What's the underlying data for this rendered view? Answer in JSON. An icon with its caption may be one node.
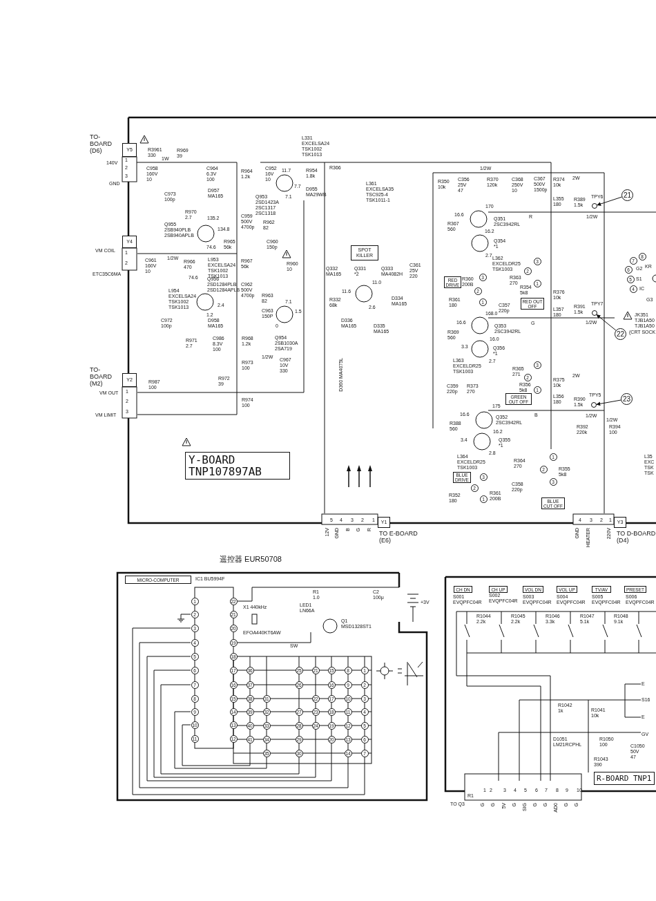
{
  "diagram": {
    "nodes": [
      {
        "text": [
          "Y5"
        ],
        "beside": [
          "TO-BOARD (D6)"
        ]
      },
      {
        "text": [
          "Y4"
        ]
      },
      {
        "text": [
          "Y2"
        ],
        "beside": [
          "TO-BOARD (M2)"
        ]
      },
      {
        "text": [
          "SPOT KILLER"
        ]
      },
      {
        "text": [
          "21"
        ]
      },
      {
        "text": [],
        "shape": "circle"
      },
      {
        "text": [
          "RED DRIVE"
        ]
      },
      {
        "text": [
          "RED OUT OFF"
        ]
      },
      {
        "text": [
          "22"
        ]
      },
      {
        "text": [],
        "shape": "circle"
      },
      {
        "text": [
          "GREEN OUT OFF"
        ]
      },
      {
        "text": [
          "23"
        ]
      },
      {
        "text": [],
        "shape": "circle"
      },
      {
        "text": [
          "Y-BOARD TNP107897AB"
        ]
      },
      {
        "text": [
          "BLUE DRIVE"
        ]
      },
      {
        "text": [
          "BLUE CUT OFF"
        ]
      },
      {
        "text": [
          "Y1"
        ],
        "beside": [
          "TO E-BOARD (E6)"
        ]
      },
      {
        "text": [
          "Y3"
        ],
        "beside": [
          "TO D-BOARD (D4)"
        ]
      },
      {
        "text": [
          "MICRO-COMPUTER"
        ]
      },
      {
        "text": [
          "CH DN"
        ]
      },
      {
        "text": [
          "CH UP"
        ]
      },
      {
        "text": [
          "VOL DN"
        ]
      },
      {
        "text": [
          "VOL UP"
        ]
      },
      {
        "text": [
          "TV/AV"
        ]
      },
      {
        "text": [
          "PRESET"
        ]
      },
      {
        "text": [
          "R-BOARD TNP1"
        ]
      }
    ],
    "edges": [
      {
        "from": 4,
        "to": 5,
        "arrow": "to"
      },
      {
        "from": 8,
        "to": 9,
        "arrow": "to"
      },
      {
        "from": 11,
        "to": 12,
        "arrow": "to"
      }
    ],
    "labels": [
      "1",
      "2",
      "3",
      "140V",
      "GND",
      "R3961 330",
      "1W",
      "R969 39",
      "C958 160V 10",
      "C964 6.3V 100",
      "C973 100p",
      "D957 MA165",
      "R964 1.2k",
      "R970 2.7",
      "135.2",
      "Q955 2SB940PLB 2SB940APLB",
      "134.8",
      "74.6",
      "R965 56k",
      "C959 500V 4700p",
      "R962 82",
      "C960 150p",
      "L331 EXCELSA24 TSK1002 TSK1013",
      "C952 16V 10",
      "11.7",
      "R954 1.8k",
      "7.7",
      "D955 MA29WB",
      "Q953 2SD1423A 2SC1317 2SC1318",
      "7.1",
      "R366",
      "VM COIL",
      "1",
      "2",
      "ETC35C6MA",
      "C961 160V 10",
      "1/2W",
      "R966 470",
      "L953 EXCELSA24 TSK1002 TSK1013",
      "R967 56k",
      "R960 10",
      "74.6",
      "Q956 2SD1284PLB 2SD1284APLB",
      "L954 EXCELSA24 TSK1002 TSK1013",
      "C962 500V 4700p",
      "R963 82",
      "2.4",
      "7.1",
      "1.5",
      "C963 150P",
      "0",
      "1.2",
      "C972 100p",
      "D958 MA165",
      "Q954 2SB1030A 2SA719",
      "R971 2.7",
      "C986 8.3V 100",
      "R968 1.2k",
      "1/2W",
      "C967 10V 330",
      "R973 100",
      "R987 100",
      "R972 39",
      "VM OUT",
      "1",
      "2",
      "3",
      "VM LIMIT",
      "R974 100",
      "L361 EXCELSA35 TSC925-4 TSK1011-1",
      "R350 10k",
      "C356 25V 47",
      "1/2W",
      "R370 120k",
      "C368 250V 10",
      "C367 500V 1500p",
      "R374 10k",
      "2W",
      "L355 180",
      "R389 1.5k",
      "TPY6",
      "170",
      "R",
      "1/2W",
      "16.6",
      "R367 560",
      "Q351 2SC3942RL",
      "16.2",
      "Q354 *1",
      "2.7",
      "L362 EXCELDR25 TSK1003",
      "Q332 MA165",
      "Q331 *2",
      "Q333 MA4082H",
      "C361 25V 220",
      "R360 200B",
      "3",
      "R363 270",
      "2",
      "1",
      "11.0",
      "11.6",
      "R332 68k",
      "D334 MA165",
      "R354 5k8",
      "3",
      "2",
      "1",
      "R361 180",
      "C357 220p",
      "R376 10k",
      "L357 180",
      "R391 1.5k",
      "TPY7",
      "2.6",
      "168.0",
      "G",
      "1/2W",
      "D336 MA165",
      "D335 MA165",
      "16.6",
      "Q353 2SC3942RL",
      "R369 560",
      "16.0",
      "7",
      "8",
      "6",
      "G2",
      "KR",
      "5",
      "S1",
      "4",
      "IC",
      "G3",
      "JK351 TJB1A50 TJB1A50",
      "(CRT SOCK",
      "3.3",
      "Q356 *1",
      "L363 EXCELDR25 TSK1003",
      "2.7",
      "D360 MA4075L",
      "R365 271",
      "3",
      "2",
      "1",
      "R375 10k",
      "2W",
      "C359 220p",
      "R373 270",
      "R356 5k8",
      "L356 180",
      "R390 1.5k",
      "TPY5",
      "175",
      "16.6",
      "B",
      "1/2W",
      "1/2W",
      "Q352 2SC3942RL",
      "R388 560",
      "R392 220k",
      "R394 100",
      "16.2",
      "3.4",
      "Q355 *1",
      "2.8",
      "L364 EXCELDR25 TSK1003",
      "R364 270",
      "R355 5k8",
      "1",
      "2",
      "3",
      "C358 220p",
      "R361 200B",
      "3",
      "2",
      "1",
      "R352 180",
      "L35 EXC TSK TSK",
      "5",
      "4",
      "3",
      "2",
      "1",
      "12V",
      "GND",
      "B",
      "G",
      "R",
      "4",
      "3",
      "2",
      "1",
      "GND",
      "HEATER",
      "220V",
      "遥控器 EUR50708",
      "IC1 BU5994F",
      "1",
      "2",
      "3",
      "4",
      "5",
      "6",
      "7",
      "8",
      "9",
      "10",
      "11",
      "22",
      "21",
      "20",
      "19",
      "18",
      "17",
      "16",
      "15",
      "14",
      "13",
      "12",
      "X1 440kHz",
      "EFOA440KT6AW",
      "R1 1.0",
      "LED1 LN66A",
      "C2 100μ",
      "+3V",
      "Q1 MSD1328ST1",
      "SW",
      "36",
      "25",
      "21",
      "15",
      "8",
      "1",
      "37",
      "26",
      "16",
      "9",
      "2",
      "38",
      "31",
      "22",
      "17",
      "10",
      "3",
      "39",
      "32",
      "27",
      "23",
      "18",
      "11",
      "4",
      "40",
      "33",
      "28",
      "24",
      "19",
      "12",
      "5",
      "41",
      "34",
      "29",
      "20",
      "13",
      "6",
      "35",
      "30",
      "14",
      "7",
      "S001 EVQPFC04R",
      "S002 EVQPFC04R",
      "S003 EVQPFC04R",
      "S004 EVQPFC04R",
      "S005 EVQPFC04R",
      "S006 EVQPFC04R",
      "R1044 2.2k",
      "R1045 2.2k",
      "R1046 3.3k",
      "R1047 5.1k",
      "R1048 9.1k",
      "E",
      "S16",
      "E",
      "GV",
      "R1042 1k",
      "R1041 10k",
      "D1051 LM21RCPHL",
      "R1050 100",
      "C1050 50V 47",
      "R1043 390",
      "R1",
      "1",
      "2",
      "3",
      "4",
      "5",
      "6",
      "7",
      "8",
      "9",
      "10",
      "TO Q3",
      "G",
      "G",
      "5V",
      "G",
      "SIG",
      "G",
      "G",
      "AD0",
      "G",
      "G"
    ]
  }
}
